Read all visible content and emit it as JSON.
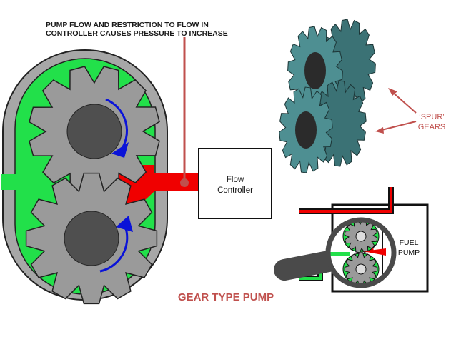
{
  "caption": {
    "line1": "PUMP FLOW AND RESTRICTION TO FLOW IN",
    "line2": "CONTROLLER CAUSES PRESSURE TO INCREASE"
  },
  "flow_controller": {
    "line1": "Flow",
    "line2": "Controller"
  },
  "spur_label": {
    "line1": "‘SPUR’",
    "line2": "GEARS"
  },
  "fuel_pump": {
    "line1": "FUEL",
    "line2": "PUMP"
  },
  "title": "GEAR TYPE PUMP",
  "colors": {
    "casing": "#a7a7a7",
    "fluid_green": "#22e04a",
    "pressure_red": "#f00000",
    "gear_gray": "#9a9a9a",
    "hub_dark": "#4f4f4f",
    "rotation_arrow": "#0a13d8",
    "spur_gear": "#4e8f92",
    "spur_text": "#c0504d",
    "pointer_line": "#c0504d",
    "magnifier": "#4a4a4a"
  }
}
